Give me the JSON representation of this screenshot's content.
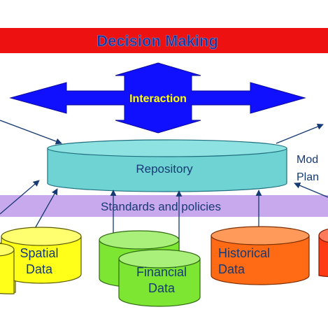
{
  "banner": {
    "title": "Decision Making",
    "color": "#ee1111",
    "text_color": "#1f2f9a"
  },
  "interaction": {
    "label": "Interaction",
    "color": "#1010ff",
    "text_color": "#ffff00"
  },
  "repository": {
    "label": "Repository",
    "color": "#6fd3d3"
  },
  "standards": {
    "label": "Standards and policies",
    "color": "#c9a9ee"
  },
  "side_label": {
    "line1": "Mod",
    "line2": "Plan"
  },
  "databases": {
    "spatial": {
      "line1": "Spatial",
      "line2": "Data",
      "color": "#ffff1a"
    },
    "financial": {
      "line1": "Financial",
      "line2": "Data",
      "color": "#7ce633"
    },
    "historical": {
      "line1": "Historical",
      "line2": "Data",
      "color": "#ff6a14"
    }
  },
  "text_color": "#163a74"
}
